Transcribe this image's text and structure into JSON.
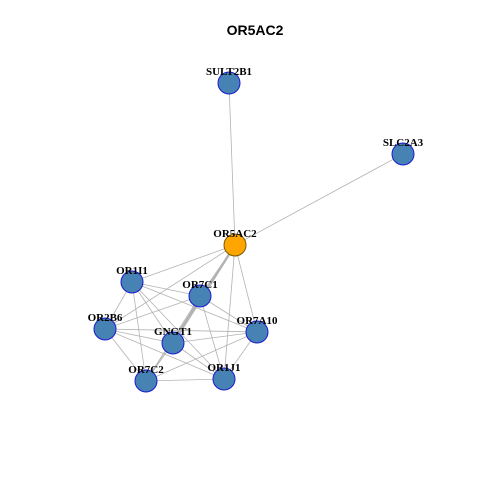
{
  "title": "OR5AC2",
  "colors": {
    "background": "#ffffff",
    "edge": "#b3b3b3",
    "node_fill": "#4682b4",
    "node_stroke": "#1a1ad0",
    "center_fill": "#ffa500",
    "center_stroke": "#7a5a00",
    "label": "#000000"
  },
  "network": {
    "center": "OR5AC2",
    "nodes": [
      {
        "id": "SULT2B1",
        "label": "SULT2B1",
        "center": false
      },
      {
        "id": "SLC2A3",
        "label": "SLC2A3",
        "center": false
      },
      {
        "id": "OR5AC2",
        "label": "OR5AC2",
        "center": true
      },
      {
        "id": "OR1I1",
        "label": "OR1I1",
        "center": false
      },
      {
        "id": "OR7C1",
        "label": "OR7C1",
        "center": false
      },
      {
        "id": "OR2B6",
        "label": "OR2B6",
        "center": false
      },
      {
        "id": "GNGT1",
        "label": "GNGT1",
        "center": false
      },
      {
        "id": "OR7A10",
        "label": "OR7A10",
        "center": false
      },
      {
        "id": "OR7C2",
        "label": "OR7C2",
        "center": false
      },
      {
        "id": "OR1J1",
        "label": "OR1J1",
        "center": false
      }
    ],
    "edges": [
      {
        "source": "OR5AC2",
        "target": "SULT2B1"
      },
      {
        "source": "OR5AC2",
        "target": "SLC2A3"
      },
      {
        "source": "OR5AC2",
        "target": "OR1I1"
      },
      {
        "source": "OR5AC2",
        "target": "OR7C1"
      },
      {
        "source": "OR5AC2",
        "target": "OR2B6"
      },
      {
        "source": "OR5AC2",
        "target": "GNGT1",
        "weight": 3
      },
      {
        "source": "OR5AC2",
        "target": "OR7A10"
      },
      {
        "source": "OR5AC2",
        "target": "OR7C2"
      },
      {
        "source": "OR5AC2",
        "target": "OR1J1"
      },
      {
        "source": "OR1I1",
        "target": "OR7C1"
      },
      {
        "source": "OR1I1",
        "target": "OR2B6"
      },
      {
        "source": "OR1I1",
        "target": "GNGT1"
      },
      {
        "source": "OR1I1",
        "target": "OR7A10"
      },
      {
        "source": "OR1I1",
        "target": "OR7C2"
      },
      {
        "source": "OR1I1",
        "target": "OR1J1"
      },
      {
        "source": "OR7C1",
        "target": "OR2B6"
      },
      {
        "source": "OR7C1",
        "target": "GNGT1"
      },
      {
        "source": "OR7C1",
        "target": "OR7A10"
      },
      {
        "source": "OR7C1",
        "target": "OR7C2"
      },
      {
        "source": "OR7C1",
        "target": "OR1J1"
      },
      {
        "source": "OR2B6",
        "target": "GNGT1"
      },
      {
        "source": "OR2B6",
        "target": "OR7A10"
      },
      {
        "source": "OR2B6",
        "target": "OR7C2"
      },
      {
        "source": "OR2B6",
        "target": "OR1J1"
      },
      {
        "source": "GNGT1",
        "target": "OR7A10"
      },
      {
        "source": "GNGT1",
        "target": "OR7C2"
      },
      {
        "source": "GNGT1",
        "target": "OR1J1"
      },
      {
        "source": "OR7A10",
        "target": "OR7C2"
      },
      {
        "source": "OR7A10",
        "target": "OR1J1"
      },
      {
        "source": "OR7C2",
        "target": "OR1J1"
      }
    ]
  }
}
